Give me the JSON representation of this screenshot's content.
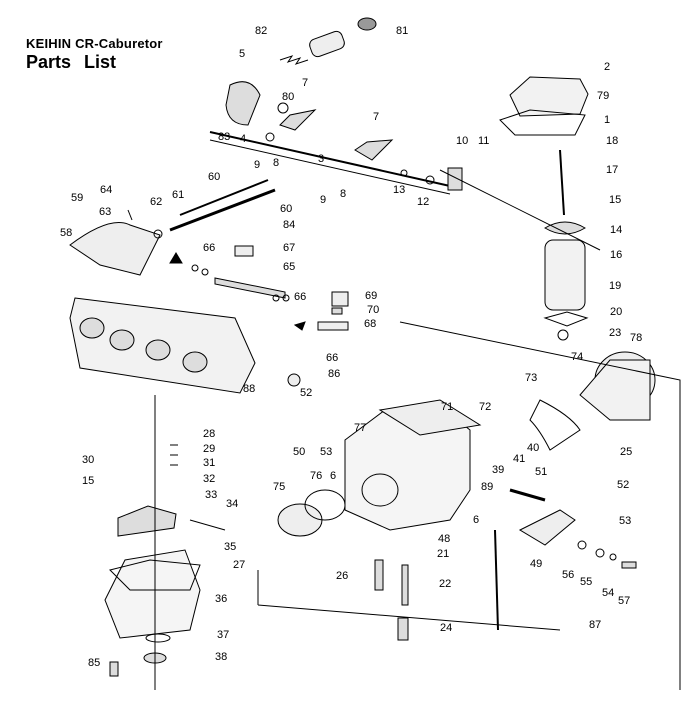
{
  "header": {
    "title_line1": "KEIHIN  CR-Caburetor",
    "title_line2": "Parts  List"
  },
  "callouts": [
    "1",
    "2",
    "3",
    "4",
    "5",
    "6",
    "6",
    "7",
    "7",
    "8",
    "8",
    "9",
    "9",
    "10",
    "11",
    "12",
    "13",
    "14",
    "15",
    "15",
    "16",
    "17",
    "18",
    "19",
    "20",
    "21",
    "22",
    "23",
    "24",
    "25",
    "26",
    "27",
    "28",
    "29",
    "30",
    "31",
    "32",
    "33",
    "34",
    "35",
    "36",
    "37",
    "38",
    "39",
    "40",
    "41",
    "48",
    "49",
    "50",
    "51",
    "52",
    "52",
    "53",
    "53",
    "54",
    "55",
    "56",
    "57",
    "58",
    "59",
    "60",
    "60",
    "61",
    "62",
    "63",
    "64",
    "65",
    "66",
    "66",
    "66",
    "67",
    "68",
    "69",
    "70",
    "71",
    "72",
    "73",
    "74",
    "75",
    "76",
    "77",
    "78",
    "79",
    "80",
    "81",
    "82",
    "83",
    "84",
    "85",
    "86",
    "87",
    "88",
    "89"
  ]
}
